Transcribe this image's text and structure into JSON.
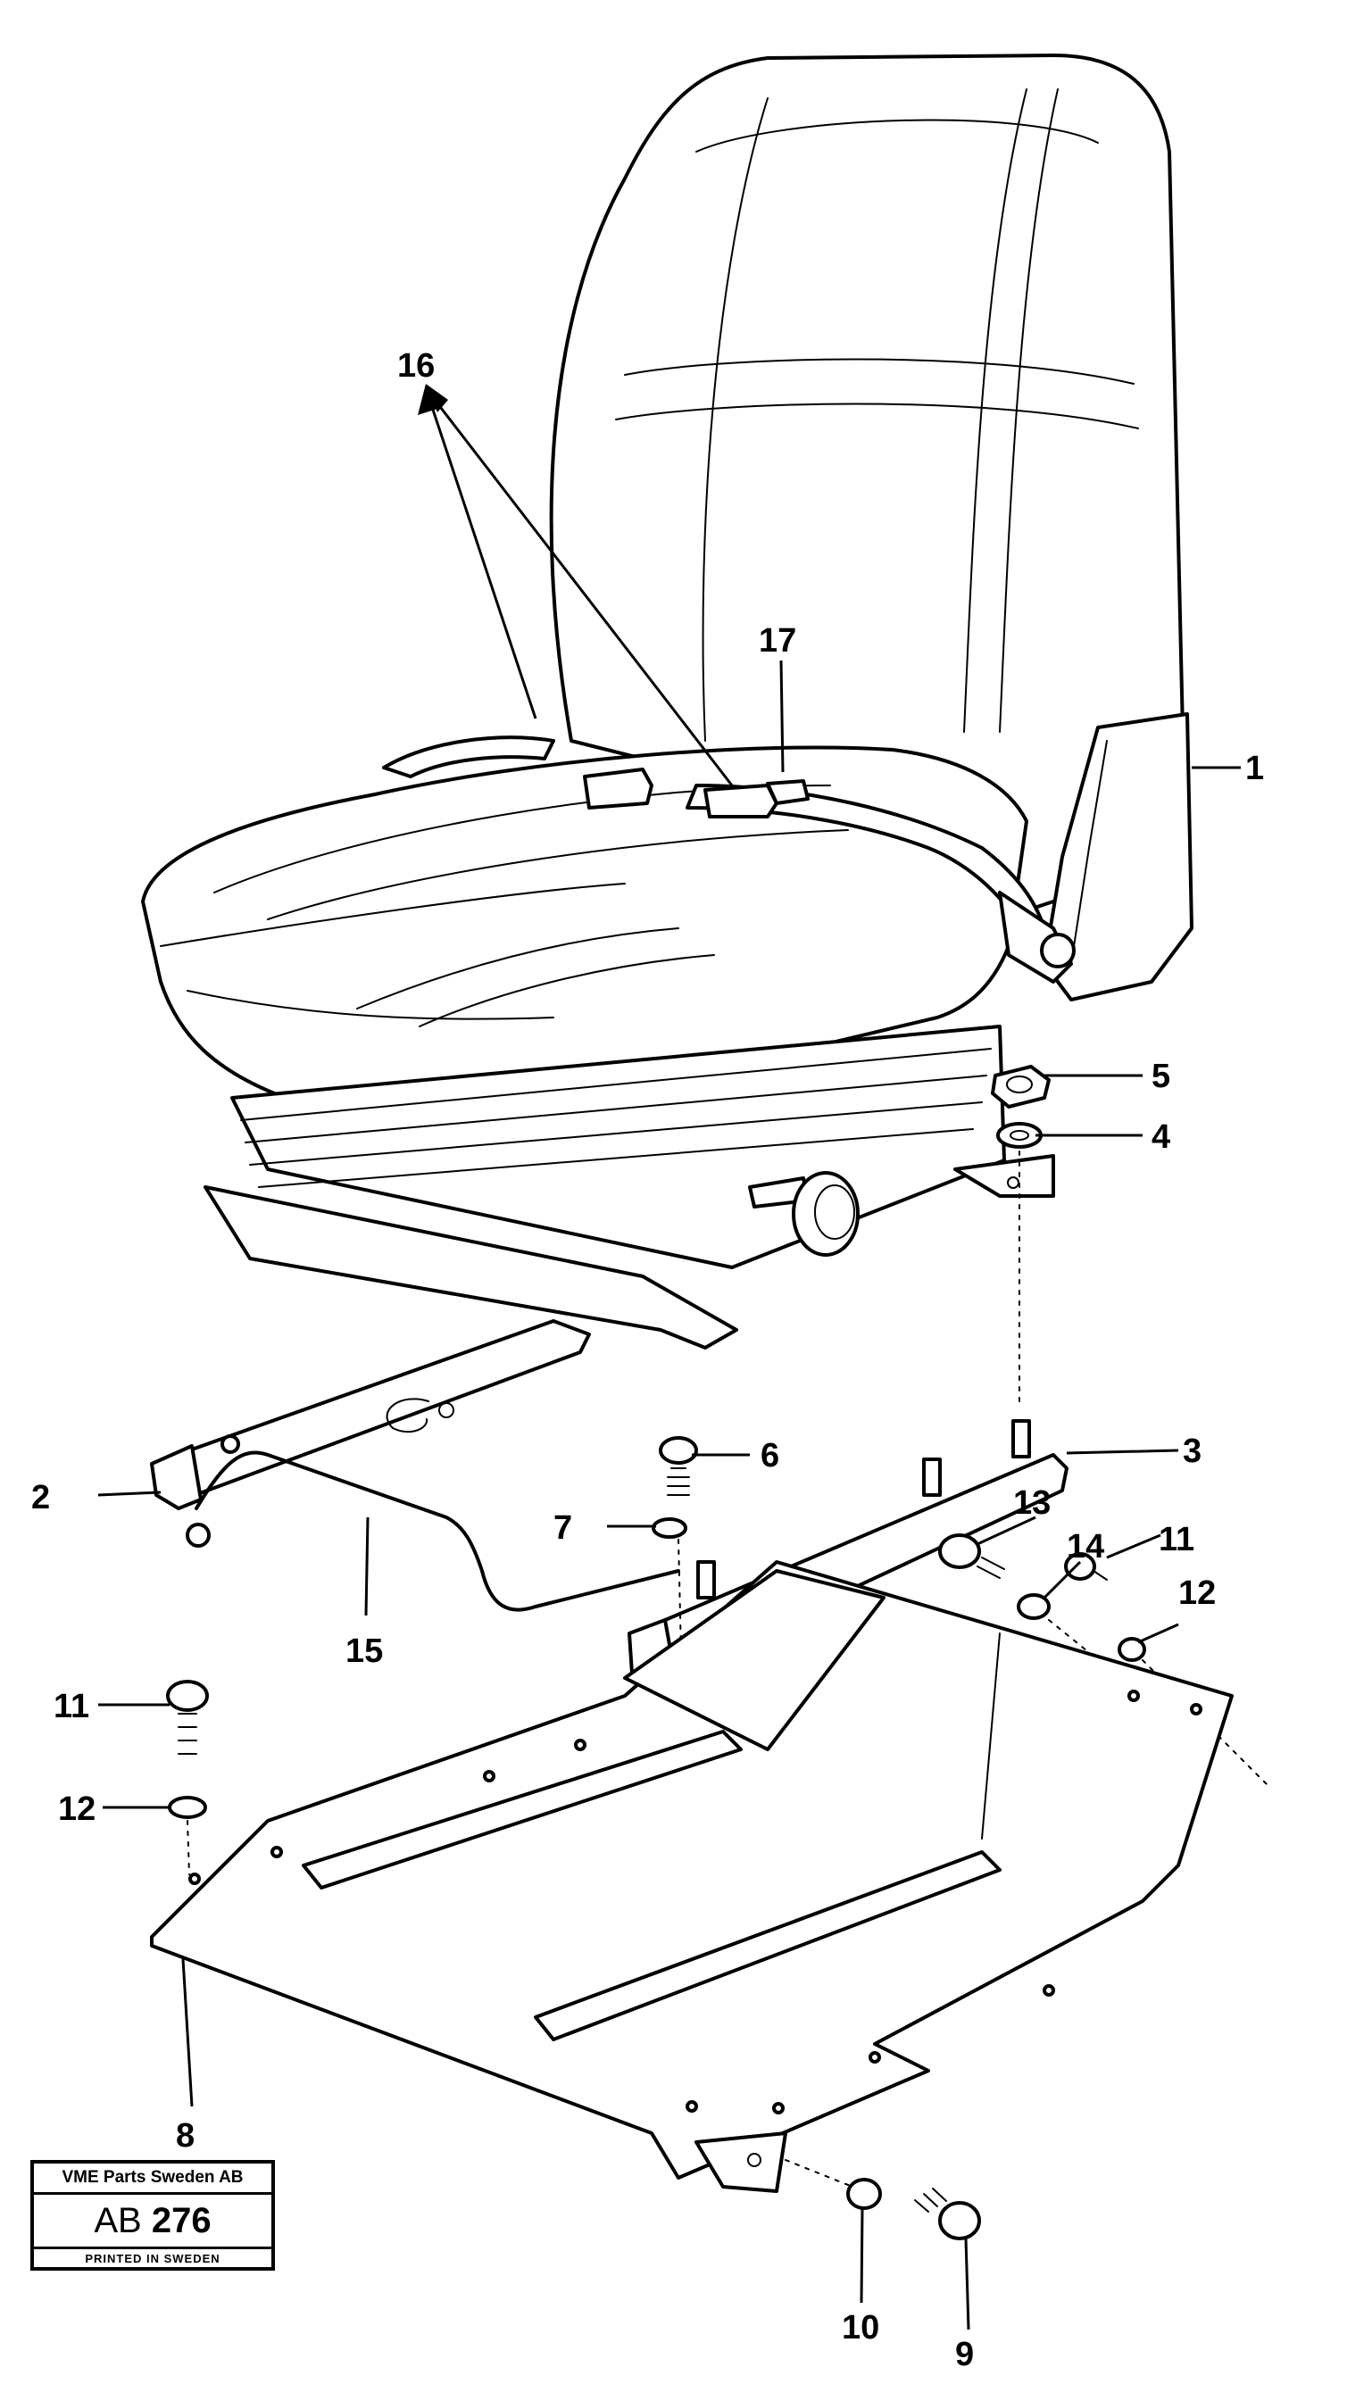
{
  "diagram": {
    "callouts": [
      {
        "id": "c1",
        "label": "1"
      },
      {
        "id": "c2",
        "label": "2"
      },
      {
        "id": "c3",
        "label": "3"
      },
      {
        "id": "c4",
        "label": "4"
      },
      {
        "id": "c5",
        "label": "5"
      },
      {
        "id": "c6",
        "label": "6"
      },
      {
        "id": "c7",
        "label": "7"
      },
      {
        "id": "c8",
        "label": "8"
      },
      {
        "id": "c9",
        "label": "9"
      },
      {
        "id": "c10",
        "label": "10"
      },
      {
        "id": "c11a",
        "label": "11"
      },
      {
        "id": "c11b",
        "label": "11"
      },
      {
        "id": "c12a",
        "label": "12"
      },
      {
        "id": "c12b",
        "label": "12"
      },
      {
        "id": "c13",
        "label": "13"
      },
      {
        "id": "c14",
        "label": "14"
      },
      {
        "id": "c15",
        "label": "15"
      },
      {
        "id": "c16",
        "label": "16"
      },
      {
        "id": "c17",
        "label": "17"
      }
    ]
  },
  "stamp": {
    "company": "VME Parts Sweden AB",
    "code_prefix": "AB",
    "code_number": "276",
    "footer": "PRINTED IN SWEDEN"
  }
}
